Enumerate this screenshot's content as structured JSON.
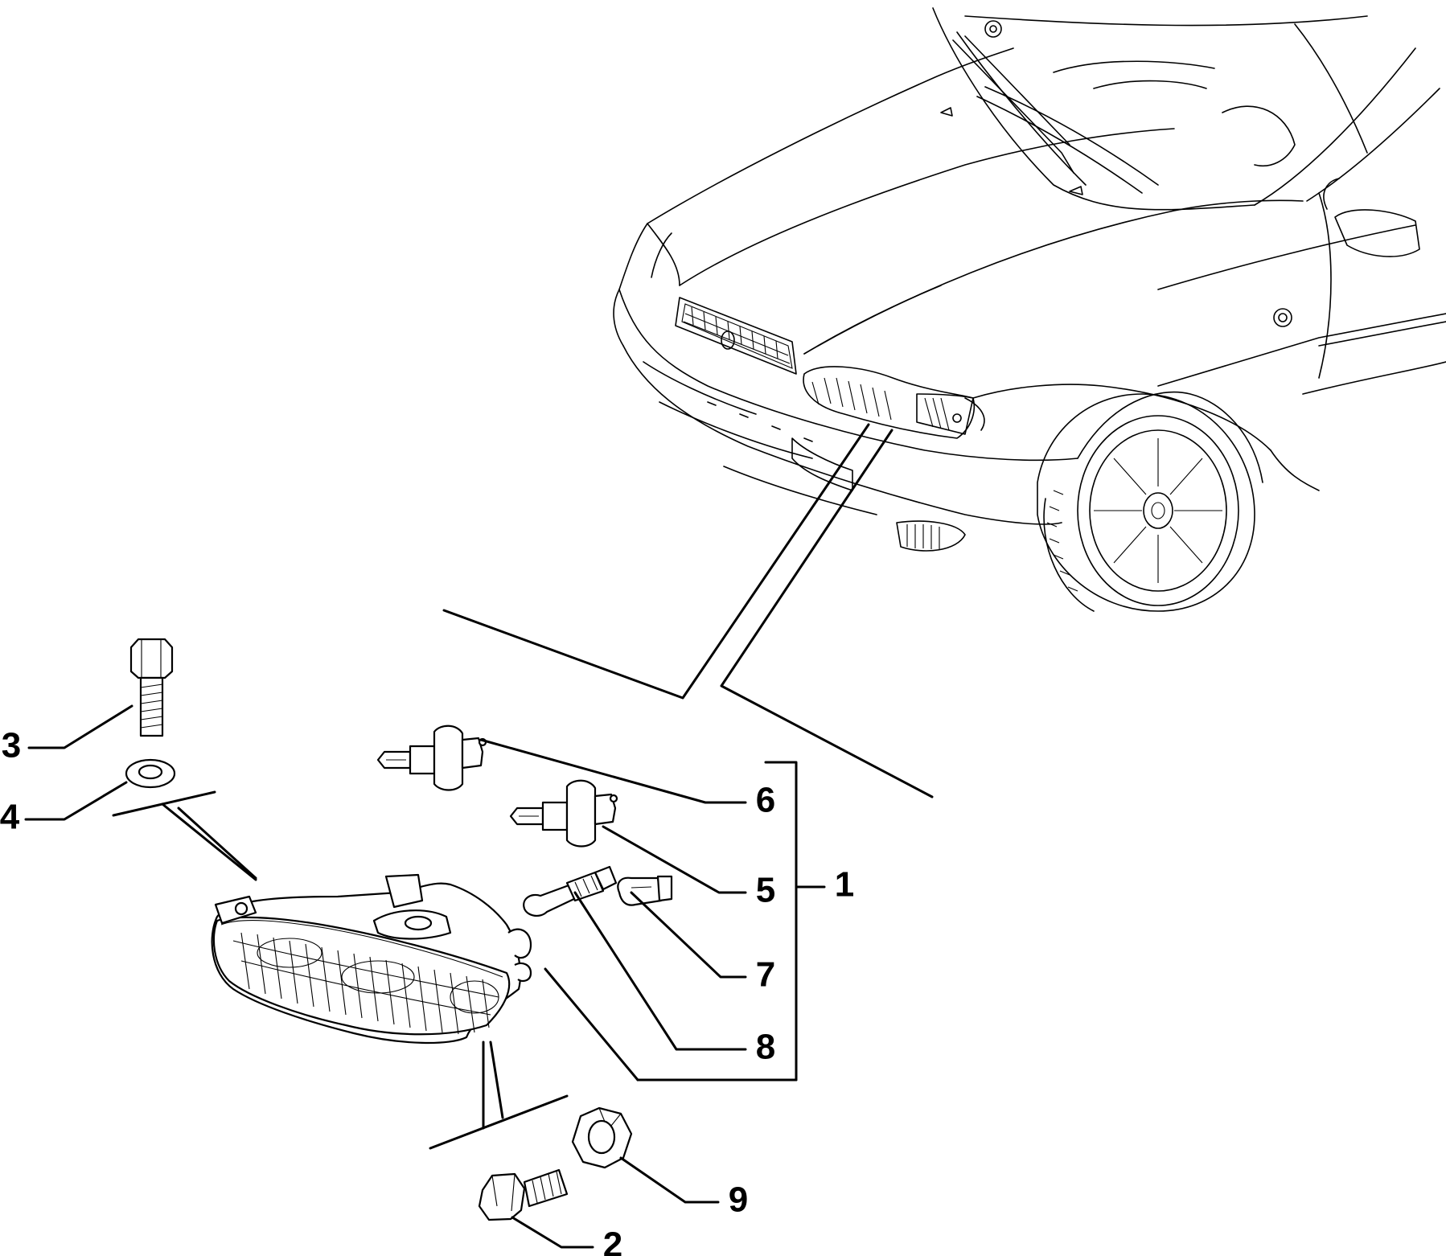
{
  "diagram": {
    "callouts": [
      {
        "id": "callout-1",
        "label": "1"
      },
      {
        "id": "callout-2",
        "label": "2"
      },
      {
        "id": "callout-3",
        "label": "3"
      },
      {
        "id": "callout-4",
        "label": "4"
      },
      {
        "id": "callout-5",
        "label": "5"
      },
      {
        "id": "callout-6",
        "label": "6"
      },
      {
        "id": "callout-7",
        "label": "7"
      },
      {
        "id": "callout-8",
        "label": "8"
      },
      {
        "id": "callout-9",
        "label": "9"
      }
    ]
  }
}
